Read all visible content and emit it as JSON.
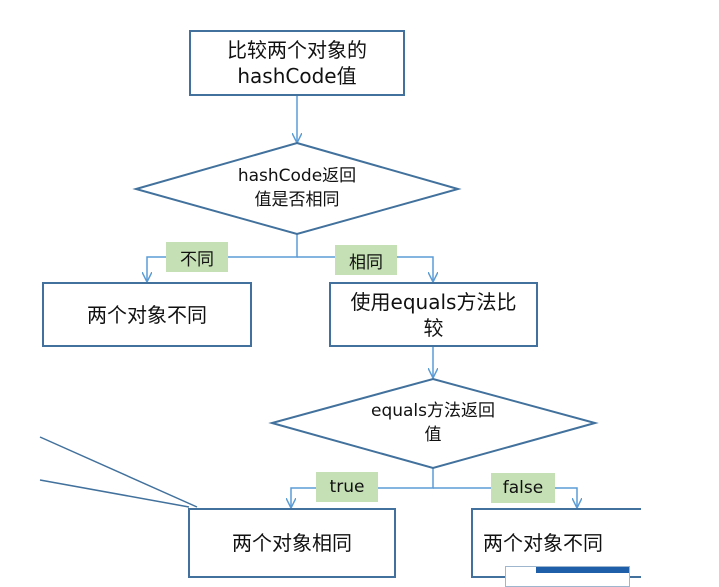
{
  "nodes": {
    "compare_hashcode": "比较两个对象的\nhashCode值",
    "hashcode_decision": "hashCode返回\n值是否相同",
    "objects_different_1": "两个对象不同",
    "use_equals": "使用equals方法比\n较",
    "equals_decision": "equals方法返回\n值",
    "objects_same": "两个对象相同",
    "objects_different_2": "两个对象不同"
  },
  "edge_labels": {
    "different": "不同",
    "same": "相同",
    "true": "true",
    "false": "false"
  },
  "colors": {
    "stroke": "#41719c",
    "connector": "#5b9bd5",
    "label_fill": "#c5e0b4"
  }
}
